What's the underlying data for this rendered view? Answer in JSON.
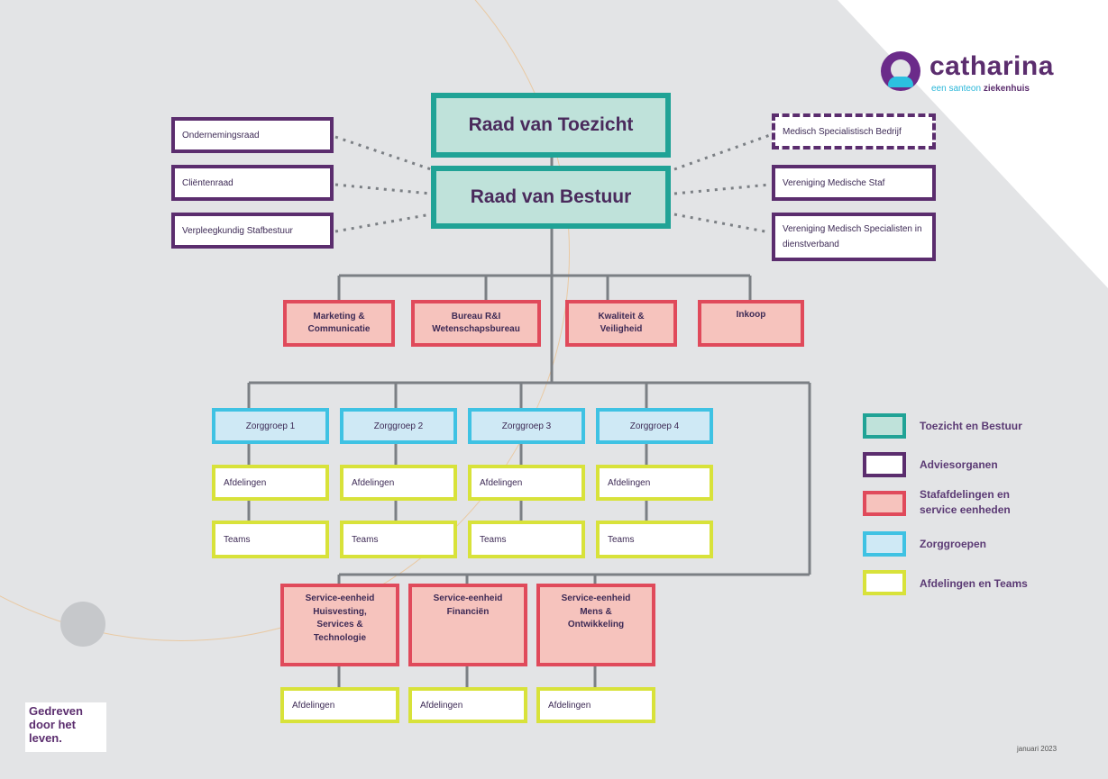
{
  "logo": {
    "name": "catharina",
    "tagline_part1": "een santeon",
    "tagline_part2": "ziekenhuis"
  },
  "governance": {
    "supervisory": "Raad van Toezicht",
    "board": "Raad van Bestuur"
  },
  "advisory_left": [
    "Ondernemingsraad",
    "Cliëntenraad",
    "Verpleegkundig Stafbestuur"
  ],
  "advisory_right": [
    "Medisch Specialistisch Bedrijf",
    "Vereniging Medische Staf",
    "Vereniging Medisch Specialisten in dienstverband"
  ],
  "staff_departments": [
    [
      "Marketing &",
      "Communicatie"
    ],
    [
      "Bureau R&I",
      "Wetenschapsbureau"
    ],
    [
      "Kwaliteit &",
      "Veiligheid"
    ],
    [
      "Inkoop"
    ]
  ],
  "care_groups": [
    {
      "name": "Zorggroep 1",
      "departments": "Afdelingen",
      "teams": "Teams"
    },
    {
      "name": "Zorggroep 2",
      "departments": "Afdelingen",
      "teams": "Teams"
    },
    {
      "name": "Zorggroep 3",
      "departments": "Afdelingen",
      "teams": "Teams"
    },
    {
      "name": "Zorggroep 4",
      "departments": "Afdelingen",
      "teams": "Teams"
    }
  ],
  "service_units": [
    {
      "lines": [
        "Service-eenheid",
        "Huisvesting,",
        "Services &",
        "Technologie"
      ],
      "departments": "Afdelingen"
    },
    {
      "lines": [
        "Service-eenheid",
        "Financiën"
      ],
      "departments": "Afdelingen"
    },
    {
      "lines": [
        "Service-eenheid",
        "Mens &",
        "Ontwikkeling"
      ],
      "departments": "Afdelingen"
    }
  ],
  "legend": [
    {
      "lines": [
        "Toezicht en Bestuur"
      ],
      "color": "#20a396"
    },
    {
      "lines": [
        "Adviesorganen"
      ],
      "color": "#5b2d6e"
    },
    {
      "lines": [
        "Stafafdelingen en",
        "service eenheden"
      ],
      "color": "#e04a5b"
    },
    {
      "lines": [
        "Zorggroepen"
      ],
      "color": "#3fc2e3"
    },
    {
      "lines": [
        "Afdelingen en Teams"
      ],
      "color": "#d8e23a"
    }
  ],
  "slogan": [
    "Gedreven",
    "door het",
    "leven."
  ],
  "date": "januari 2023"
}
